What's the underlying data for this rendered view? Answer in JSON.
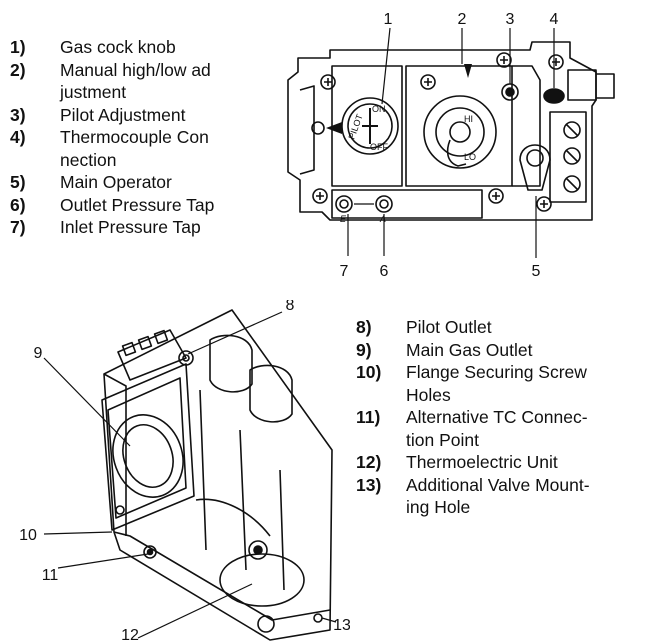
{
  "legend_top": [
    {
      "num": "1)",
      "lines": [
        "Gas cock knob"
      ]
    },
    {
      "num": "2)",
      "lines": [
        "Manual high/low ad",
        "justment"
      ]
    },
    {
      "num": "3)",
      "lines": [
        "Pilot Adjustment"
      ]
    },
    {
      "num": "4)",
      "lines": [
        "Thermocouple Con",
        "nection"
      ]
    },
    {
      "num": "5)",
      "lines": [
        "Main Operator"
      ]
    },
    {
      "num": "6)",
      "lines": [
        "Outlet Pressure Tap"
      ]
    },
    {
      "num": "7)",
      "lines": [
        "Inlet Pressure Tap"
      ]
    }
  ],
  "legend_bottom": [
    {
      "num": "8)",
      "lines": [
        "Pilot Outlet"
      ]
    },
    {
      "num": "9)",
      "lines": [
        "Main Gas Outlet"
      ]
    },
    {
      "num": "10)",
      "lines": [
        "Flange Securing Screw",
        "Holes"
      ]
    },
    {
      "num": "11)",
      "lines": [
        "Alternative TC Connec-",
        "tion Point"
      ]
    },
    {
      "num": "12)",
      "lines": [
        "Thermoelectric Unit"
      ]
    },
    {
      "num": "13)",
      "lines": [
        "Additional Valve Mount-",
        "ing Hole"
      ]
    }
  ],
  "top_figure": {
    "callouts": [
      "1",
      "2",
      "3",
      "4",
      "5",
      "6",
      "7"
    ],
    "dial_labels": {
      "pilot": "PILOT",
      "on": "ON",
      "off": "OFF",
      "hi": "HI",
      "lo": "LO",
      "e": "E",
      "a": "A"
    }
  },
  "bottom_figure": {
    "callouts": [
      "8",
      "9",
      "10",
      "11",
      "12",
      "13"
    ]
  }
}
